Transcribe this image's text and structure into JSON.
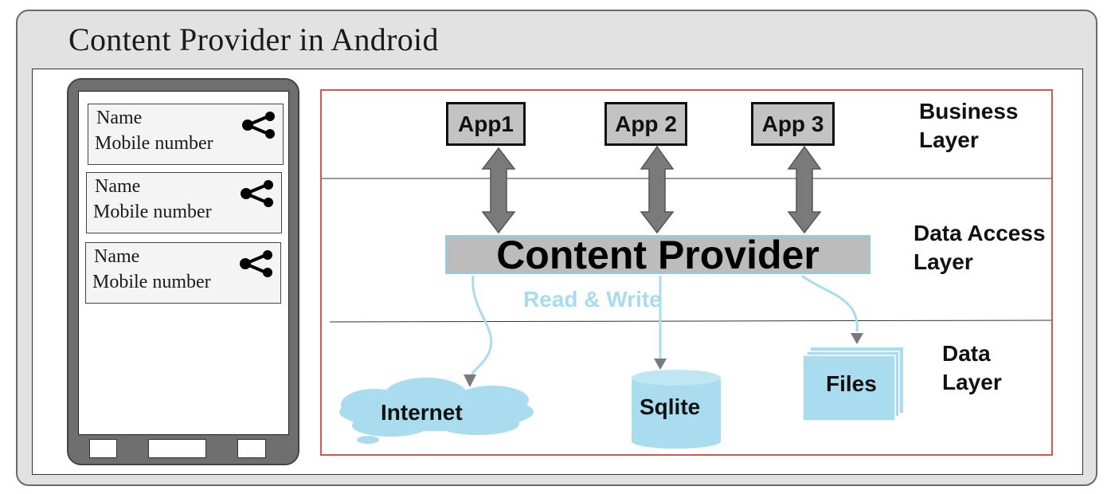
{
  "title": "Content Provider in Android",
  "phone": {
    "contacts": [
      {
        "name": "Name",
        "number": "Mobile number"
      },
      {
        "name": "Name",
        "number": "Mobile number"
      },
      {
        "name": "Name",
        "number": "Mobile number"
      }
    ],
    "share_icon": "share-icon"
  },
  "apps": [
    "App1",
    "App 2",
    "App 3"
  ],
  "content_provider": "Content Provider",
  "read_write": "Read & Write",
  "layers": {
    "business": [
      "Business",
      "Layer"
    ],
    "data_access": [
      "Data Access",
      "Layer"
    ],
    "data": [
      "Data",
      "Layer"
    ]
  },
  "stores": {
    "internet": "Internet",
    "sqlite": "Sqlite",
    "files": "Files"
  },
  "colors": {
    "storage": "#a8dcee",
    "box_gray": "#c3c3c3",
    "border_red": "#d9534f",
    "arrow_gray": "#7a7a7a"
  }
}
